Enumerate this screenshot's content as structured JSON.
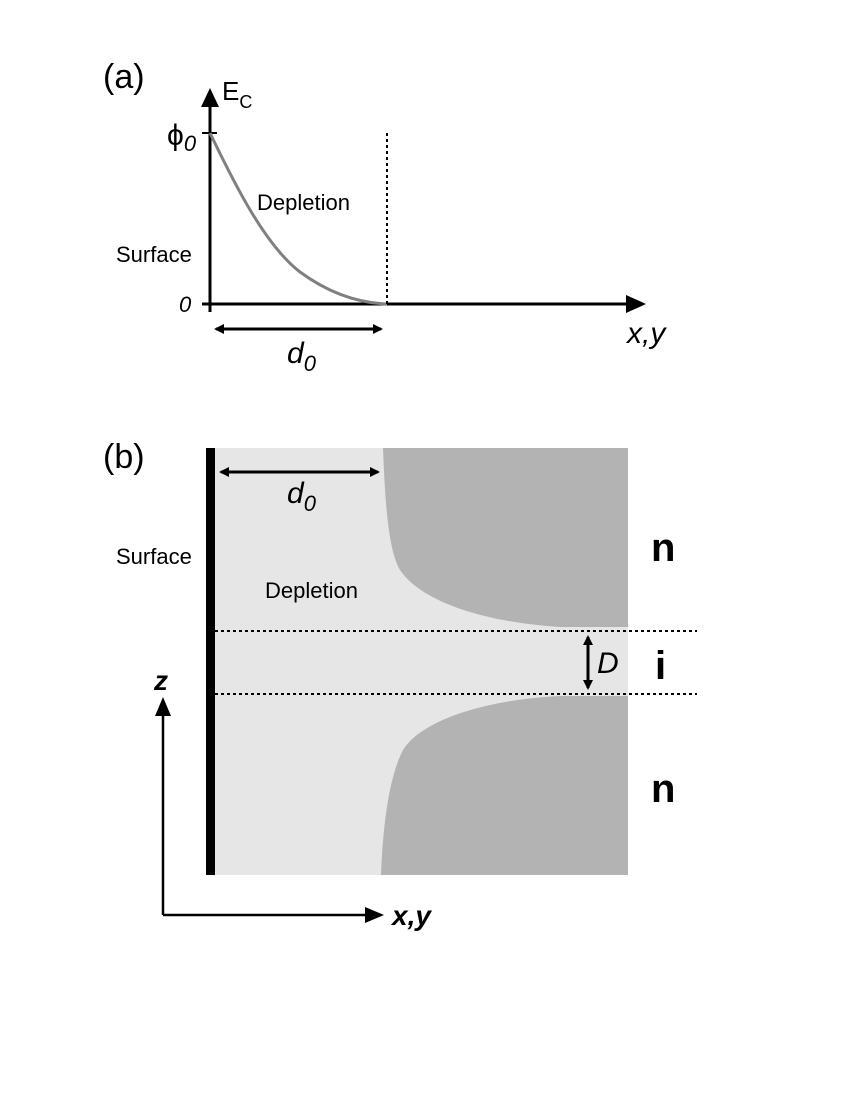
{
  "panel_a": {
    "label": "(a)",
    "y_axis_label": "E",
    "y_axis_sub": "C",
    "phi_symbol": "ϕ",
    "phi_sub": "0",
    "tick_zero": "0",
    "surface_label": "Surface",
    "depletion_label": "Depletion",
    "x_axis_label": "x,y",
    "width_symbol": "d",
    "width_sub": "0"
  },
  "panel_b": {
    "label": "(b)",
    "surface_label": "Surface",
    "depletion_label": "Depletion",
    "width_symbol": "d",
    "width_sub": "0",
    "region_top": "n",
    "region_middle": "i",
    "region_bottom": "n",
    "gap_symbol": "D",
    "z_axis_label": "z",
    "x_axis_label": "x,y"
  },
  "colors": {
    "depletion_fill": "#e6e6e6",
    "n_region_fill": "#b3b3b3",
    "band_curve": "#808080",
    "line": "#000000"
  }
}
